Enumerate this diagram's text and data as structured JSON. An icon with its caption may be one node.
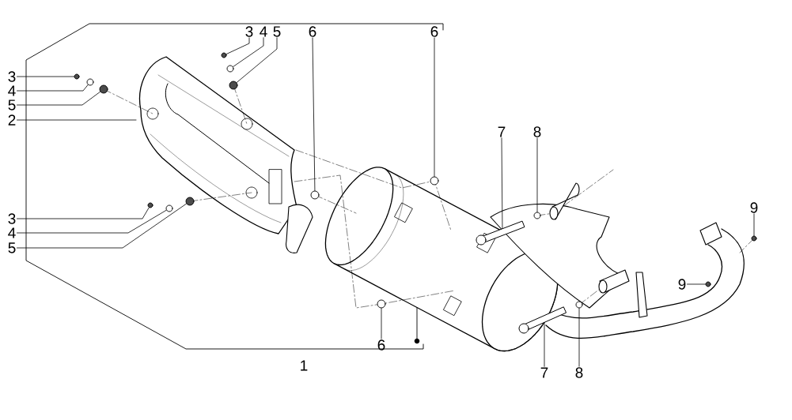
{
  "diagram": {
    "nodes": [
      {
        "text": [
          "3"
        ]
      },
      {
        "text": [
          "4"
        ]
      },
      {
        "text": [
          "5"
        ]
      },
      {
        "text": [
          "6"
        ]
      },
      {
        "text": [
          "6"
        ]
      },
      {
        "text": [
          "3"
        ]
      },
      {
        "text": [
          "4"
        ]
      },
      {
        "text": [
          "5"
        ]
      },
      {
        "text": [
          "2"
        ]
      },
      {
        "text": [
          "7"
        ]
      },
      {
        "text": [
          "8"
        ]
      },
      {
        "text": [
          "9"
        ]
      },
      {
        "text": [
          "3"
        ]
      },
      {
        "text": [
          "4"
        ]
      },
      {
        "text": [
          "5"
        ]
      },
      {
        "text": [
          "9"
        ]
      },
      {
        "text": [
          "6"
        ]
      },
      {
        "text": [
          "7"
        ]
      },
      {
        "text": [
          "8"
        ]
      },
      {
        "text": [],
        "shape": "circle"
      },
      {
        "text": [],
        "shape": "circle"
      },
      {
        "text": [],
        "shape": "circle"
      },
      {
        "text": [],
        "shape": "circle"
      },
      {
        "text": [],
        "shape": "circle"
      },
      {
        "text": [],
        "shape": "circle"
      },
      {
        "text": [],
        "shape": "circle"
      },
      {
        "text": [],
        "shape": "circle"
      },
      {
        "text": [],
        "shape": "circle"
      },
      {
        "text": [],
        "shape": "circle"
      },
      {
        "text": [],
        "shape": "circle"
      },
      {
        "text": [],
        "shape": "circle"
      },
      {
        "text": [],
        "shape": "circle"
      },
      {
        "text": [],
        "shape": "circle"
      },
      {
        "text": [],
        "shape": "circle"
      },
      {
        "text": [],
        "shape": "circle"
      },
      {
        "text": [],
        "shape": "bar"
      },
      {
        "text": [],
        "shape": "bar"
      }
    ],
    "edges": [
      {
        "from": 0,
        "to": 25,
        "arrow": "none"
      },
      {
        "from": 1,
        "to": 26,
        "arrow": "none"
      },
      {
        "from": 2,
        "to": 27,
        "arrow": "none"
      },
      {
        "from": 3,
        "to": 28,
        "arrow": "none"
      },
      {
        "from": 4,
        "to": 30,
        "arrow": "none"
      },
      {
        "from": 5,
        "to": 19,
        "arrow": "none"
      },
      {
        "from": 6,
        "to": 20,
        "arrow": "none"
      },
      {
        "from": 7,
        "to": 21,
        "arrow": "none"
      },
      {
        "from": 8,
        "to": null,
        "arrow": "none"
      },
      {
        "from": 9,
        "to": 35,
        "arrow": "none"
      },
      {
        "from": 10,
        "to": 31,
        "arrow": "none"
      },
      {
        "from": 11,
        "to": 34,
        "arrow": "none"
      },
      {
        "from": 12,
        "to": 22,
        "arrow": "none"
      },
      {
        "from": 13,
        "to": 23,
        "arrow": "none"
      },
      {
        "from": 14,
        "to": 24,
        "arrow": "none"
      },
      {
        "from": 15,
        "to": 33,
        "arrow": "none"
      },
      {
        "from": 16,
        "to": 29,
        "arrow": "none"
      },
      {
        "from": 17,
        "to": 36,
        "arrow": "none"
      },
      {
        "from": 18,
        "to": 32,
        "arrow": "none"
      }
    ],
    "labels": [
      "1"
    ]
  }
}
